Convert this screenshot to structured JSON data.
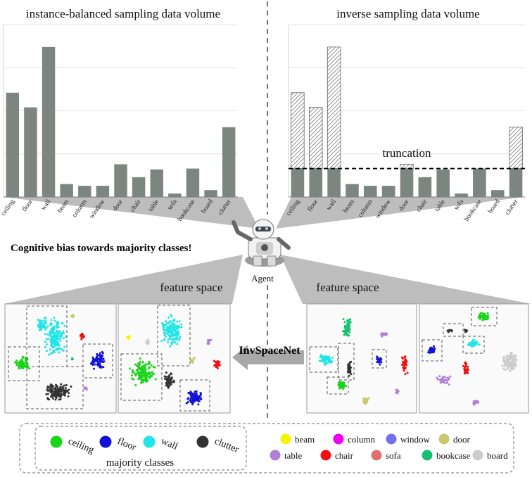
{
  "left_chart": {
    "title": "instance-balanced sampling data volume",
    "categories": [
      "ceiling",
      "floor",
      "wall",
      "beam",
      "column",
      "window",
      "door",
      "chair",
      "table",
      "sofa",
      "bookcase",
      "board",
      "clutter"
    ],
    "values": [
      121,
      104,
      174,
      15,
      13,
      13,
      38,
      23,
      32,
      4,
      33,
      8,
      81
    ]
  },
  "right_chart": {
    "title": "inverse sampling data volume",
    "categories": [
      "ceiling",
      "floor",
      "wall",
      "beam",
      "column",
      "window",
      "door",
      "chair",
      "table",
      "sofa",
      "bookcase",
      "board",
      "clutter"
    ],
    "values": [
      121,
      104,
      174,
      15,
      13,
      13,
      38,
      23,
      32,
      4,
      33,
      8,
      81
    ],
    "truncation_level": 33,
    "truncation_label": "truncation"
  },
  "chart_data": [
    {
      "type": "bar",
      "title": "instance-balanced sampling data volume",
      "categories": [
        "ceiling",
        "floor",
        "wall",
        "beam",
        "column",
        "window",
        "door",
        "chair",
        "table",
        "sofa",
        "bookcase",
        "board",
        "clutter"
      ],
      "values": [
        121,
        104,
        174,
        15,
        13,
        13,
        38,
        23,
        32,
        4,
        33,
        8,
        81
      ],
      "grid": true
    },
    {
      "type": "bar",
      "title": "inverse sampling data volume",
      "categories": [
        "ceiling",
        "floor",
        "wall",
        "beam",
        "column",
        "window",
        "door",
        "chair",
        "table",
        "sofa",
        "bookcase",
        "board",
        "clutter"
      ],
      "values": [
        121,
        104,
        174,
        15,
        13,
        13,
        38,
        23,
        32,
        4,
        33,
        8,
        81
      ],
      "truncation_level": 33,
      "grid": true
    }
  ],
  "bias_text": "Cognitive bias towards majority classes!",
  "agent_label": "Agent",
  "feature_space_left": "feature space",
  "feature_space_right": "feature space",
  "method_label": "InvSpaceNet",
  "legend": {
    "majority_title": "majority classes",
    "majority": [
      {
        "label": "ceiling",
        "color": "#19d419"
      },
      {
        "label": "floor",
        "color": "#1212d6"
      },
      {
        "label": "wall",
        "color": "#22e5e5"
      },
      {
        "label": "clutter",
        "color": "#333333"
      }
    ],
    "minority": [
      {
        "label": "beam",
        "color": "#f5f500"
      },
      {
        "label": "column",
        "color": "#f000f0"
      },
      {
        "label": "window",
        "color": "#7070f0"
      },
      {
        "label": "door",
        "color": "#c8c870"
      },
      {
        "label": "table",
        "color": "#b080d8"
      },
      {
        "label": "chair",
        "color": "#f01010"
      },
      {
        "label": "sofa",
        "color": "#e07070"
      },
      {
        "label": "bookcase",
        "color": "#18c070"
      },
      {
        "label": "board",
        "color": "#cccccc"
      }
    ]
  }
}
